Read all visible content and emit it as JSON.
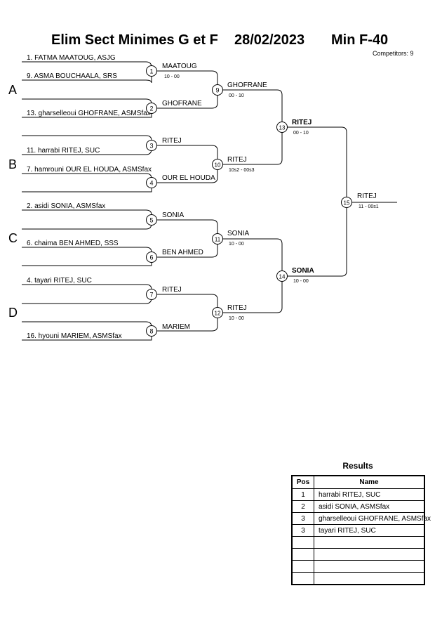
{
  "header": {
    "title": "Elim Sect Minimes G et F",
    "date": "28/02/2023",
    "category": "Min F-40",
    "competitors_label": "Competitors: 9"
  },
  "pools": [
    "A",
    "B",
    "C",
    "D"
  ],
  "entrants": [
    "1. FATMA MAATOUG, ASJG",
    "9. ASMA BOUCHAALA, SRS",
    "13. gharselleoui GHOFRANE, ASMSfax",
    "11. harrabi RITEJ, SUC",
    "7. hamrouni OUR EL HOUDA, ASMSfax",
    "2. asidi SONIA, ASMSfax",
    "6. chaima BEN AHMED, SSS",
    "4. tayari RITEJ, SUC",
    "16. hyouni MARIEM, ASMSfax"
  ],
  "matches": [
    {
      "num": "1",
      "winner": "MAATOUG",
      "score": "10 - 00"
    },
    {
      "num": "2",
      "winner": "GHOFRANE",
      "score": ""
    },
    {
      "num": "3",
      "winner": "RITEJ",
      "score": ""
    },
    {
      "num": "4",
      "winner": "OUR EL HOUDA",
      "score": ""
    },
    {
      "num": "5",
      "winner": "SONIA",
      "score": ""
    },
    {
      "num": "6",
      "winner": "BEN AHMED",
      "score": ""
    },
    {
      "num": "7",
      "winner": "RITEJ",
      "score": ""
    },
    {
      "num": "8",
      "winner": "MARIEM",
      "score": ""
    },
    {
      "num": "9",
      "winner": "GHOFRANE",
      "score": "00 - 10"
    },
    {
      "num": "10",
      "winner": "RITEJ",
      "score": "10s2 - 00s3"
    },
    {
      "num": "11",
      "winner": "SONIA",
      "score": "10 - 00"
    },
    {
      "num": "12",
      "winner": "RITEJ",
      "score": "10 - 00"
    },
    {
      "num": "13",
      "winner": "RITEJ",
      "score": "00 - 10"
    },
    {
      "num": "14",
      "winner": "SONIA",
      "score": "10 - 00"
    },
    {
      "num": "15",
      "winner": "RITEJ",
      "score": "11 - 00s1"
    }
  ],
  "results": {
    "title": "Results",
    "headers": {
      "pos": "Pos",
      "name": "Name"
    },
    "rows": [
      {
        "pos": "1",
        "name": "harrabi RITEJ, SUC"
      },
      {
        "pos": "2",
        "name": "asidi SONIA, ASMSfax"
      },
      {
        "pos": "3",
        "name": "gharselleoui GHOFRANE, ASMSfax"
      },
      {
        "pos": "3",
        "name": "tayari RITEJ, SUC"
      },
      {
        "pos": "",
        "name": ""
      },
      {
        "pos": "",
        "name": ""
      },
      {
        "pos": "",
        "name": ""
      },
      {
        "pos": "",
        "name": ""
      }
    ]
  }
}
